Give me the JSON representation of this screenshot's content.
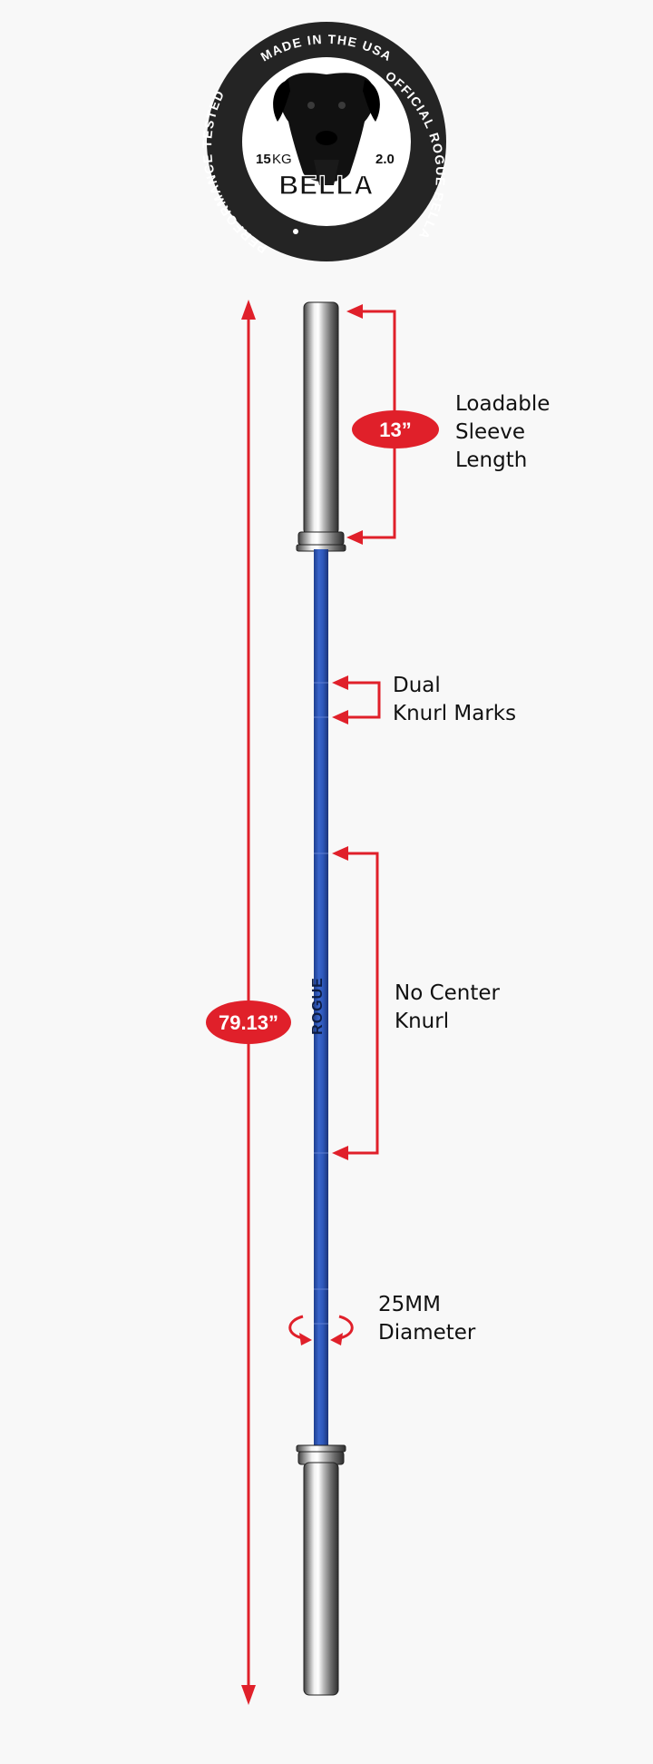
{
  "badge": {
    "top_arc_text": "MADE IN THE USA",
    "right_arc_text": "THE OFFICIAL ROGUE BELLA BAR",
    "left_arc_text": "PERFORMANCE TESTED",
    "weight_number": "15",
    "weight_unit": "KG",
    "version": "2.0",
    "brand_wordmark": "BELLA"
  },
  "bar": {
    "shaft_color": "#2c56b8",
    "shaft_text": "ROGUE"
  },
  "annotations": {
    "overall_length": {
      "value": "79.13”"
    },
    "sleeve": {
      "value": "13”",
      "lines": [
        "Loadable",
        "Sleeve",
        "Length"
      ]
    },
    "knurl_marks": {
      "lines": [
        "Dual",
        "Knurl Marks"
      ]
    },
    "center_knurl": {
      "lines": [
        "No Center",
        "Knurl"
      ]
    },
    "diameter": {
      "lines": [
        "25MM",
        "Diameter"
      ]
    }
  },
  "colors": {
    "accent_red": "#e0202a",
    "background": "#f8f8f8",
    "badge_ring": "#242424"
  }
}
